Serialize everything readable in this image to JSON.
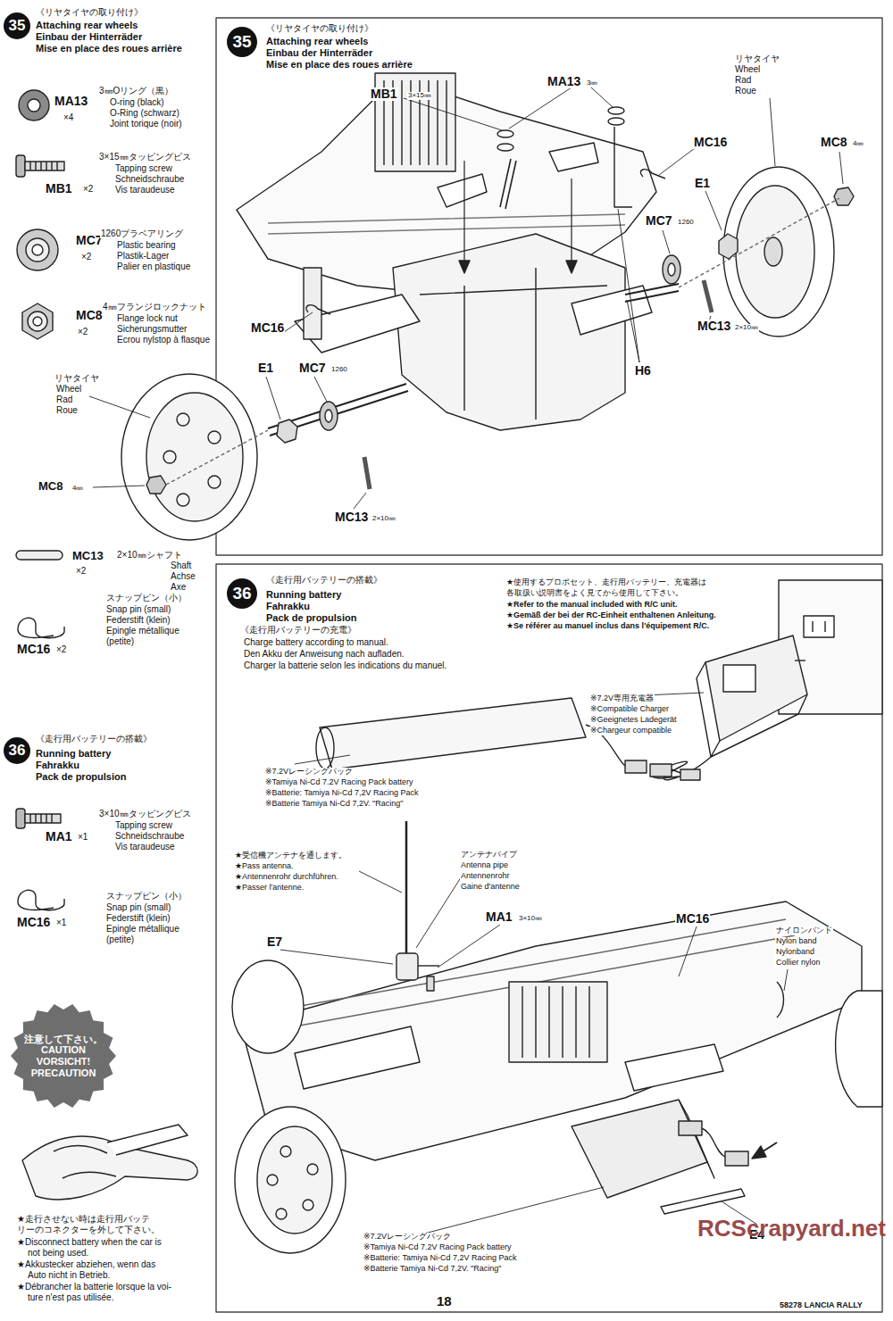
{
  "diagram": {
    "nodes": [
      {
        "text": [
          "35",
          "《リヤタイヤの取り付け》",
          "Attaching rear wheels",
          "Einbau der Hinterräder",
          "Mise en place des roues arrière"
        ]
      },
      {
        "text": [
          "35",
          "《リヤタイヤの取り付け》",
          "Attaching rear wheels",
          "Einbau der Hinterräder",
          "Mise en place des roues arrière"
        ]
      },
      {
        "text": [
          "36",
          "《走行用バッテリーの搭載》",
          "Running battery",
          "Fahrakku",
          "Pack de propulsion"
        ]
      },
      {
        "text": [
          "36",
          "《走行用バッテリーの搭載》",
          "Running battery",
          "Fahrakku",
          "Pack de propulsion"
        ]
      },
      {
        "text": [
          "注意して下さい。",
          "CAUTION",
          "VORSICHT!",
          "PRECAUTION"
        ]
      }
    ],
    "labels": [
      "MA13",
      "×4",
      "3㎜Oリング（黒）",
      "O-ring (black)",
      "O-Ring (schwarz)",
      "Joint torique (noir)",
      "MB1",
      "×2",
      "3×15㎜タッピングビス",
      "Tapping screw",
      "Schneidschraube",
      "Vis taraudeuse",
      "MC7",
      "×2",
      "1260プラベアリング",
      "Plastic bearing",
      "Plastik-Lager",
      "Palier en plastique",
      "MC8",
      "×2",
      "4㎜フランジロックナット",
      "Flange lock nut",
      "Sicherungsmutter",
      "Ecrou nylstop à flasque",
      "リヤタイヤ",
      "Wheel",
      "Rad",
      "Roue",
      "MC8",
      "4㎜",
      "MC13",
      "×2",
      "2×10㎜シャフト",
      "Shaft",
      "Achse",
      "Axe",
      "MC16",
      "×2",
      "スナップピン（小）",
      "Snap pin (small)",
      "Federstift (klein)",
      "Epingle métallique",
      "(petite)",
      "MA1",
      "×1",
      "3×10㎜タッピングビス",
      "Tapping screw",
      "Schneidschraube",
      "Vis taraudeuse",
      "MC16",
      "×1",
      "スナップピン（小）",
      "Snap pin (small)",
      "Federstift (klein)",
      "Epingle métallique",
      "(petite)",
      "★走行させない時は走行用バッテ",
      "リーのコネクターを外して下さい。",
      "★Disconnect battery when the car is",
      "not being used.",
      "★Akkustecker abziehen, wenn das",
      "Auto nicht in Betrieb.",
      "★Débrancher la batterie lorsque la voi-",
      "ture n'est pas utilisée.",
      "MB1",
      "3×15㎜",
      "MA13",
      "3㎜",
      "リヤタイヤ",
      "Wheel",
      "Rad",
      "Roue",
      "MC16",
      "MC8",
      "4㎜",
      "E1",
      "MC7",
      "1260",
      "MC16",
      "MC13",
      "2×10㎜",
      "E1",
      "MC7",
      "1260",
      "H6",
      "MC13",
      "2×10㎜",
      "《走行用バッテリーの充電》",
      "Charge battery according to manual.",
      "Den Akku der Anweisung nach aufladen.",
      "Charger la batterie selon les indications du manuel.",
      "★使用するプロポセット、走行用バッテリー、充電器は",
      "各取扱い説明書をよく見てから使用して下さい。",
      "★Refer to the manual included with R/C unit.",
      "★Gemäß der bei der RC-Einheit enthaltenen Anleitung.",
      "★Se référer au manuel inclus dans l'équipement R/C.",
      "※7.2V専用充電器",
      "※Compatible Charger",
      "※Geeignetes Ladegerät",
      "※Chargeur compatible",
      "※7.2Vレーシングパック",
      "※Tamiya Ni-Cd 7.2V Racing Pack battery",
      "※Batterie: Tamiya Ni-Cd 7,2V Racing Pack",
      "※Batterie Tamiya Ni-Cd 7,2V. \"Racing\"",
      "★受信機アンテナを通します。",
      "★Pass antenna.",
      "★Antennenrohr durchführen.",
      "★Passer l'antenne.",
      "アンテナパイプ",
      "Antenna pipe",
      "Antennenrohr",
      "Gaine d'antenne",
      "MC16",
      "MA1",
      "3×10㎜",
      "ナイロンバンド",
      "Nylon band",
      "Nylonband",
      "Collier nylon",
      "E7",
      "※7.2Vレーシングパック",
      "※Tamiya Ni-Cd 7.2V Racing Pack battery",
      "※Batterie: Tamiya Ni-Cd 7,2V Racing Pack",
      "※Batterie Tamiya Ni-Cd 7,2V. \"Racing\"",
      "E4",
      "RCScrapyard.net",
      "18",
      "58278 LANCIA RALLY"
    ]
  }
}
